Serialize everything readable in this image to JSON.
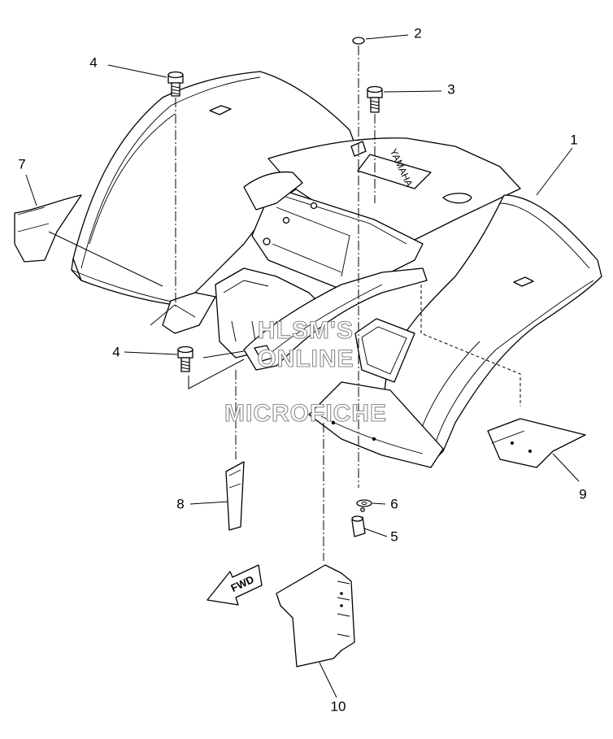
{
  "diagram": {
    "callouts": [
      {
        "id": "1",
        "text": "1"
      },
      {
        "id": "2",
        "text": "2"
      },
      {
        "id": "3",
        "text": "3"
      },
      {
        "id": "4a",
        "text": "4"
      },
      {
        "id": "4b",
        "text": "4"
      },
      {
        "id": "5",
        "text": "5"
      },
      {
        "id": "6",
        "text": "6"
      },
      {
        "id": "7",
        "text": "7"
      },
      {
        "id": "8",
        "text": "8"
      },
      {
        "id": "9",
        "text": "9"
      },
      {
        "id": "10",
        "text": "10"
      }
    ],
    "brand_text": "YAMAHA",
    "direction_label": "FWD",
    "watermark": [
      "HLSM'S",
      "ONLINE",
      "MICROFICHE"
    ]
  },
  "colors": {
    "line": "#000000",
    "background": "#ffffff",
    "watermark_outline": "#8a8a8a"
  }
}
